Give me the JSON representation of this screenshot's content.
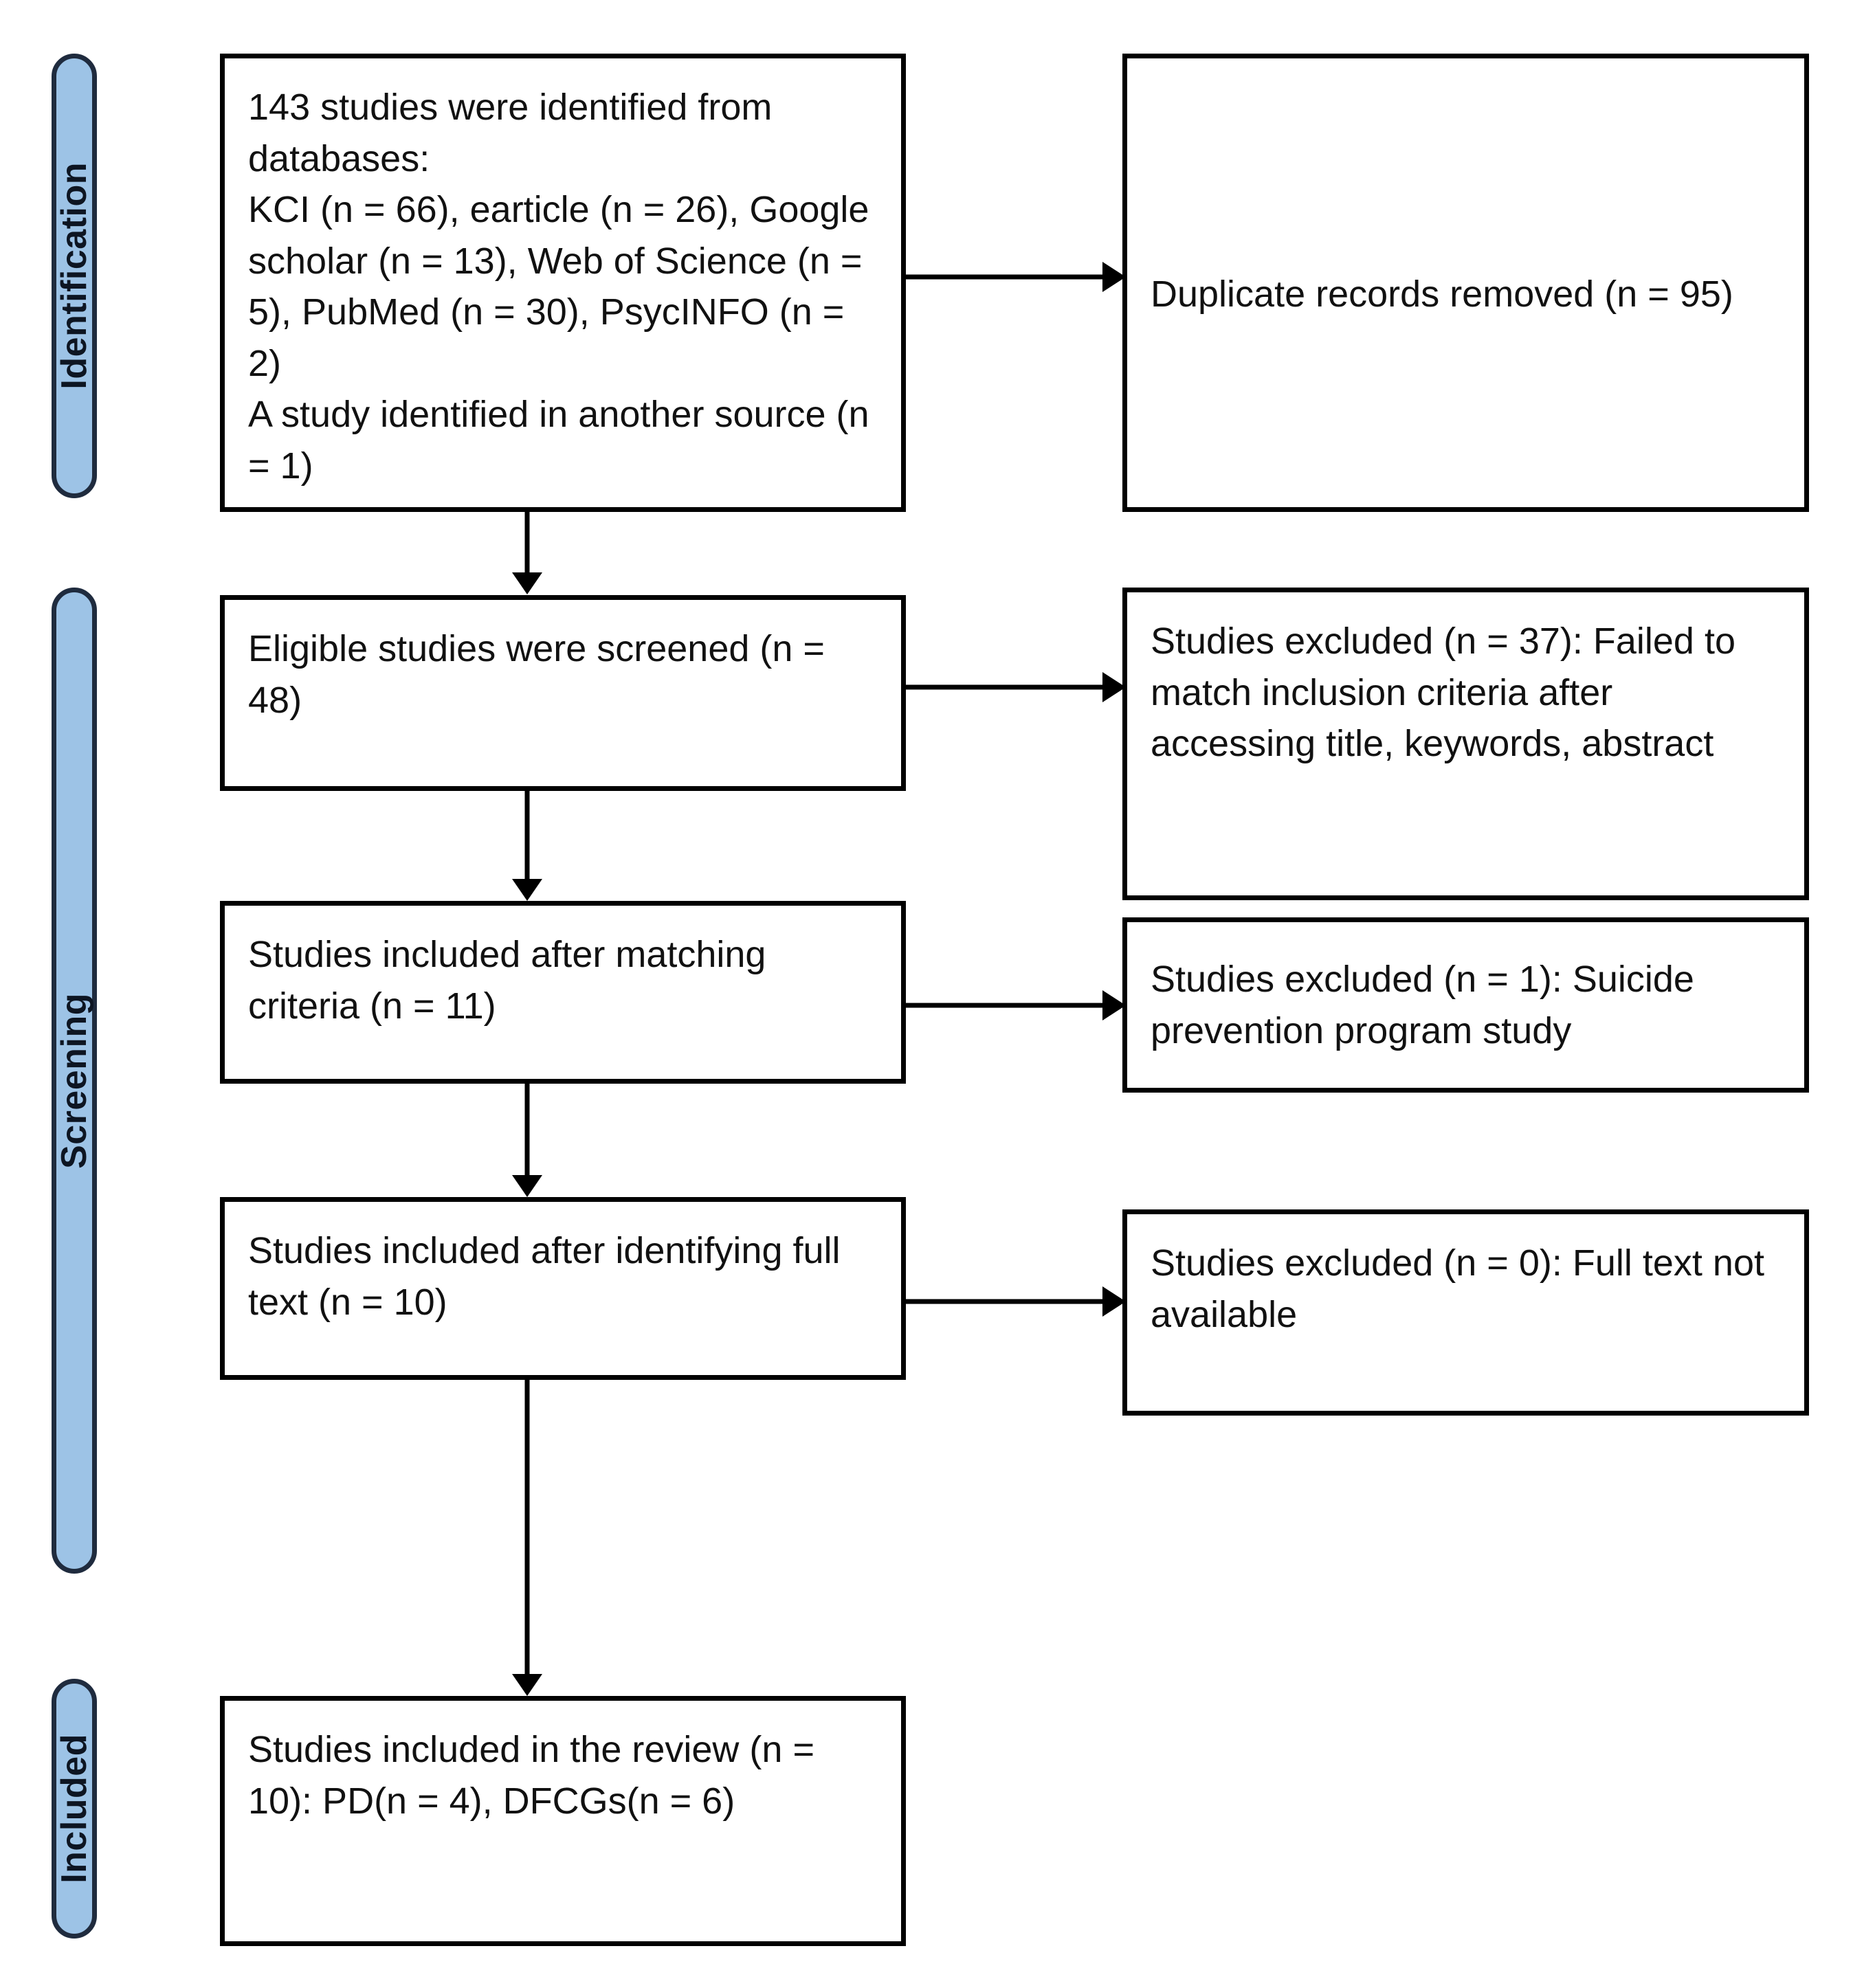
{
  "diagram": {
    "title": "PRISMA study selection flow diagram",
    "accent_color": "#9dc3e6",
    "border_color": "#1f2b3e",
    "box_border_color": "#000000"
  },
  "stages": [
    {
      "id": "identification",
      "label": "Identification"
    },
    {
      "id": "screening",
      "label": "Screening"
    },
    {
      "id": "included",
      "label": "Included"
    }
  ],
  "boxes": {
    "identified": {
      "name": "records-identified",
      "text": "143 studies were identified from databases:\nKCI (n = 66), earticle (n = 26), Google scholar (n = 13), Web of Science (n = 5), PubMed (n = 30), PsycINFO (n = 2)\nA study identified in another source (n = 1)"
    },
    "duplicates_removed": {
      "name": "duplicate-records-removed",
      "text": "Duplicate records removed (n = 95)"
    },
    "screened": {
      "name": "studies-screened",
      "text": "Eligible studies were screened (n = 48)"
    },
    "excluded_screening": {
      "name": "studies-excluded-screening",
      "text": "Studies excluded (n = 37): Failed to match inclusion criteria after accessing title, keywords, abstract"
    },
    "matched_criteria": {
      "name": "studies-included-matching-criteria",
      "text": "Studies included after matching criteria (n = 11)"
    },
    "excluded_suicide": {
      "name": "studies-excluded-suicide-prevention",
      "text": "Studies excluded (n = 1): Suicide prevention program study"
    },
    "full_text": {
      "name": "studies-included-full-text",
      "text": "Studies included after identifying full text (n = 10)"
    },
    "excluded_fulltext": {
      "name": "studies-excluded-full-text-unavailable",
      "text": "Studies excluded (n = 0): Full text not available"
    },
    "included_review": {
      "name": "studies-included-in-review",
      "text": "Studies included in the review (n = 10): PD(n = 4), DFCGs(n = 6)"
    }
  },
  "chart_data": {
    "type": "diagram",
    "title": "PRISMA study selection flow diagram",
    "stages": [
      "Identification",
      "Screening",
      "Included"
    ],
    "counts": {
      "identified_total": 143,
      "sources": [
        {
          "name": "KCI",
          "n": 66
        },
        {
          "name": "earticle",
          "n": 26
        },
        {
          "name": "Google scholar",
          "n": 13
        },
        {
          "name": "Web of Science",
          "n": 5
        },
        {
          "name": "PubMed",
          "n": 30
        },
        {
          "name": "PsycINFO",
          "n": 2
        },
        {
          "name": "Another source",
          "n": 1
        }
      ],
      "duplicates_removed": 95,
      "screened": 48,
      "excluded_screening": 37,
      "included_after_matching": 11,
      "excluded_suicide_prevention": 1,
      "included_after_full_text": 10,
      "excluded_full_text_unavailable": 0,
      "included_in_review": 10,
      "included_breakdown": [
        {
          "name": "PD",
          "n": 4
        },
        {
          "name": "DFCGs",
          "n": 6
        }
      ]
    }
  }
}
